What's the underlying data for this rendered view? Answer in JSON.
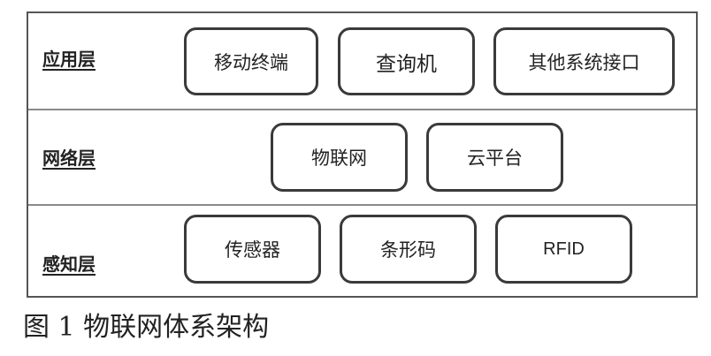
{
  "layers": {
    "application": {
      "label": "应用层",
      "nodes": [
        "移动终端",
        "查询机",
        "其他系统接口"
      ]
    },
    "network": {
      "label": "网络层",
      "nodes": [
        "物联网",
        "云平台"
      ]
    },
    "perception": {
      "label": "感知层",
      "nodes": [
        "传感器",
        "条形码",
        "RFID"
      ]
    }
  },
  "caption": "图 1 物联网体系架构"
}
